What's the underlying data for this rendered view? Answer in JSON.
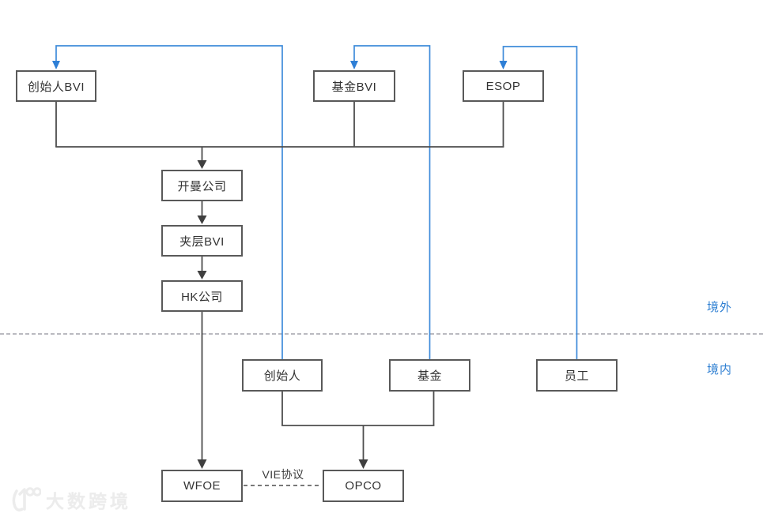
{
  "diagram": {
    "type": "org-structure-flowchart",
    "nodes": [
      {
        "id": "founder-bvi",
        "label": "创始人BVI"
      },
      {
        "id": "fund-bvi",
        "label": "基金BVI"
      },
      {
        "id": "esop",
        "label": "ESOP"
      },
      {
        "id": "cayman",
        "label": "开曼公司"
      },
      {
        "id": "mezzanine-bvi",
        "label": "夹层BVI"
      },
      {
        "id": "hk-company",
        "label": "HK公司"
      },
      {
        "id": "founder",
        "label": "创始人"
      },
      {
        "id": "fund",
        "label": "基金"
      },
      {
        "id": "employee",
        "label": "员工"
      },
      {
        "id": "wfoe",
        "label": "WFOE"
      },
      {
        "id": "opco",
        "label": "OPCO"
      }
    ],
    "region_labels": {
      "offshore": "境外",
      "onshore": "境内"
    },
    "edge_labels": {
      "vie_agreement": "VIE协议"
    },
    "colors": {
      "box_border": "#595959",
      "box_text": "#333333",
      "dark_line": "#4d4d4d",
      "blue_line": "#3f8cda",
      "blue_label": "#2e7fd2",
      "divider_dash": "#a3a3ab",
      "watermark": "#ececec"
    },
    "watermark": {
      "brand": "大数跨境",
      "logo": "100-logo-icon"
    }
  }
}
